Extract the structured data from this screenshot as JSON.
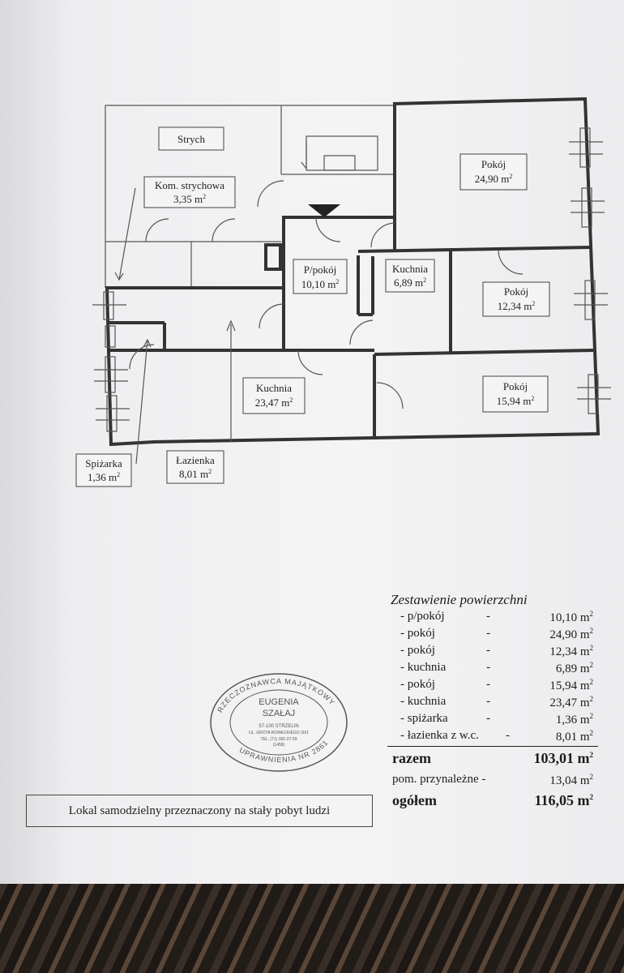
{
  "rooms": [
    {
      "name": "Strych",
      "area": ""
    },
    {
      "name": "Kom. strychowa",
      "area": "3,35 m"
    },
    {
      "name": "Pokój",
      "area": "24,90 m"
    },
    {
      "name": "P/pokój",
      "area": "10,10 m"
    },
    {
      "name": "Kuchnia",
      "area": "6,89 m"
    },
    {
      "name": "Pokój",
      "area": "12,34 m"
    },
    {
      "name": "Kuchnia",
      "area": "23,47 m"
    },
    {
      "name": "Pokój",
      "area": "15,94 m"
    },
    {
      "name": "Spiżarka",
      "area": "1,36 m"
    },
    {
      "name": "Łazienka",
      "area": "8,01 m"
    }
  ],
  "unit_sup": "2",
  "summary": {
    "heading": "Zestawienie powierzchni",
    "rows": [
      {
        "name": "- p/pokój",
        "dash": "-",
        "value": "10,10 m"
      },
      {
        "name": "- pokój",
        "dash": "-",
        "value": "24,90 m"
      },
      {
        "name": "- pokój",
        "dash": "-",
        "value": "12,34 m"
      },
      {
        "name": "- kuchnia",
        "dash": "-",
        "value": "6,89 m"
      },
      {
        "name": "- pokój",
        "dash": "-",
        "value": "15,94 m"
      },
      {
        "name": "- kuchnia",
        "dash": "-",
        "value": "23,47 m"
      },
      {
        "name": "- spiżarka",
        "dash": "-",
        "value": "1,36 m"
      },
      {
        "name": "- łazienka z w.c.",
        "dash": "-",
        "value": "8,01 m"
      }
    ],
    "total_label": "razem",
    "total_value": "103,01 m",
    "extra_label": "pom. przynależne -",
    "extra_value": "13,04 m",
    "grand_label": "ogółem",
    "grand_value": "116,05 m"
  },
  "note": "Lokal samodzielny przeznaczony na stały pobyt ludzi",
  "stamp": {
    "top_arc": "RZECZOZNAWCA MAJĄTKOWY",
    "bottom_arc": "UPRAWNIENIA NR 2861",
    "name1": "EUGENIA",
    "name2": "SZAŁAJ",
    "line1": "57-100 STRZELIN",
    "line2": "UL. GROTA ROWECKIEGO 30/1",
    "line3": "TEL. (71) 392-27-59",
    "line4": "(1458)"
  }
}
